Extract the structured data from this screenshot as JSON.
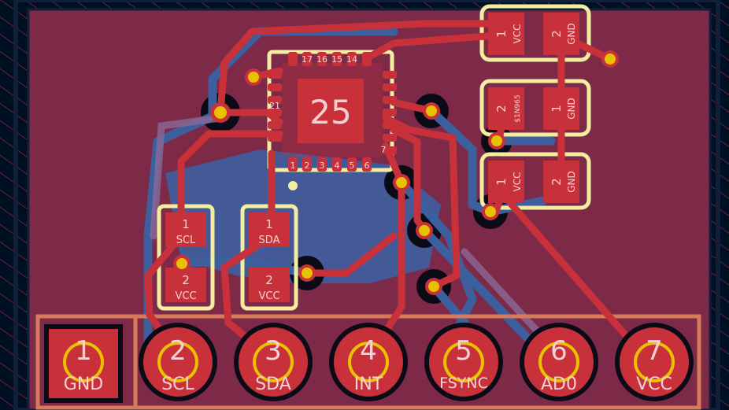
{
  "chip": {
    "center_label": "25",
    "pins_top": [
      "17",
      "16",
      "15",
      "14"
    ],
    "pins_bottom": [
      "1",
      "2",
      "3",
      "4",
      "5",
      "6"
    ],
    "pin_left": "21",
    "pin_right": "7"
  },
  "pads": [
    {
      "pin": "1",
      "net": "SCL"
    },
    {
      "pin": "2",
      "net": "VCC"
    },
    {
      "pin": "1",
      "net": "SDA"
    },
    {
      "pin": "2",
      "net": "VCC"
    },
    {
      "pin": "1",
      "net": "VCC"
    },
    {
      "pin": "2",
      "net": "GND"
    },
    {
      "pin": "2",
      "net": "$1N965"
    },
    {
      "pin": "1",
      "net": "GND"
    },
    {
      "pin": "1",
      "net": "VCC"
    },
    {
      "pin": "2",
      "net": "GND"
    }
  ],
  "header": [
    {
      "number": "1",
      "label": "GND"
    },
    {
      "number": "2",
      "label": "SCL"
    },
    {
      "number": "3",
      "label": "SDA"
    },
    {
      "number": "4",
      "label": "INT"
    },
    {
      "number": "5",
      "label": "FSYNC"
    },
    {
      "number": "6",
      "label": "AD0"
    },
    {
      "number": "7",
      "label": "VCC"
    }
  ],
  "colors": {
    "background": "#001023",
    "board_fill": "#7d2a48",
    "bottom_copper": "#3d5f9e",
    "top_copper": "#c8303a",
    "silkscreen": "#f2eda1",
    "via": "#e8c200",
    "fab": "#d67a5a"
  }
}
